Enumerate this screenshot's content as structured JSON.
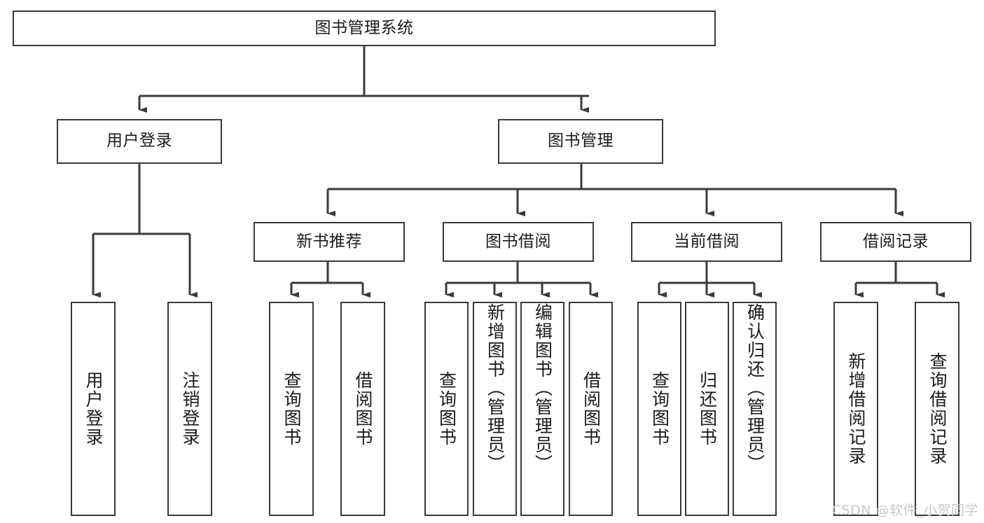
{
  "diagram": {
    "title": "图书管理系统",
    "type": "tree-hierarchy-diagram",
    "watermark": "CSDN @软件_小贺同学",
    "colors": {
      "stroke": "#3a3a3a",
      "fill": "#ffffff",
      "text": "#1b1b1b",
      "watermark": "#c9c9c9"
    },
    "levels": {
      "root": {
        "label": "图书管理系统"
      },
      "level2": [
        {
          "id": "user-login",
          "label": "用户登录"
        },
        {
          "id": "book-manage",
          "label": "图书管理"
        }
      ],
      "level3": [
        {
          "id": "new-book-recommend",
          "label": "新书推荐"
        },
        {
          "id": "book-borrow",
          "label": "图书借阅"
        },
        {
          "id": "current-borrow",
          "label": "当前借阅"
        },
        {
          "id": "borrow-record",
          "label": "借阅记录"
        }
      ],
      "leaves": [
        {
          "id": "leaf-user-login",
          "label": "用户登录",
          "parent": "user-login"
        },
        {
          "id": "leaf-logout-login",
          "label": "注销登录",
          "parent": "user-login"
        },
        {
          "id": "leaf-query-book-1",
          "label": "查询图书",
          "parent": "new-book-recommend"
        },
        {
          "id": "leaf-borrow-book-1",
          "label": "借阅图书",
          "parent": "new-book-recommend"
        },
        {
          "id": "leaf-query-book-2",
          "label": "查询图书",
          "parent": "book-borrow"
        },
        {
          "id": "leaf-add-book",
          "label": "新增图书（管理员）",
          "parent": "book-borrow"
        },
        {
          "id": "leaf-edit-book",
          "label": "编辑图书（管理员）",
          "parent": "book-borrow"
        },
        {
          "id": "leaf-borrow-book-2",
          "label": "借阅图书",
          "parent": "book-borrow"
        },
        {
          "id": "leaf-query-book-3",
          "label": "查询图书",
          "parent": "current-borrow"
        },
        {
          "id": "leaf-return-book",
          "label": "归还图书",
          "parent": "current-borrow"
        },
        {
          "id": "leaf-confirm-return",
          "label": "确认归还（管理员）",
          "parent": "current-borrow"
        },
        {
          "id": "leaf-add-record",
          "label": "新增借阅记录",
          "parent": "borrow-record"
        },
        {
          "id": "leaf-query-record",
          "label": "查询借阅记录",
          "parent": "borrow-record"
        }
      ]
    }
  }
}
